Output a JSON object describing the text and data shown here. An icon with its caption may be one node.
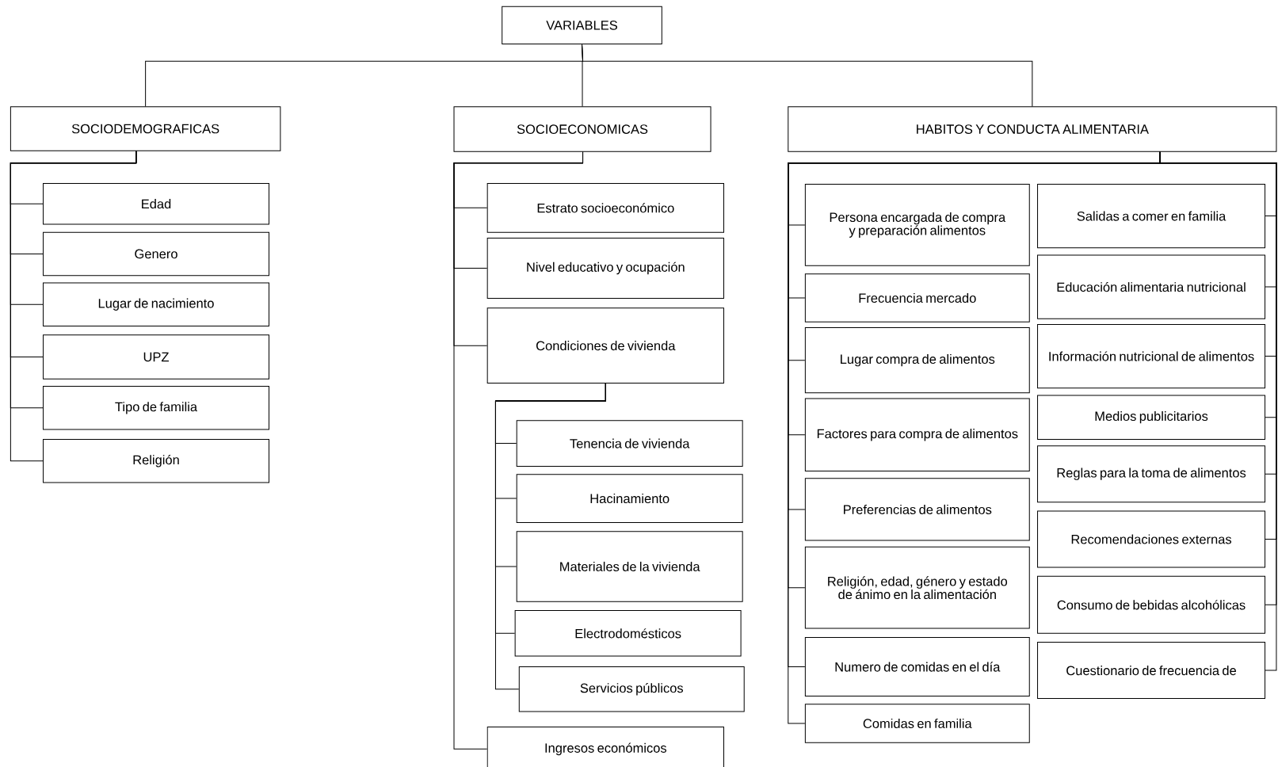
{
  "diagram": {
    "nodes": [
      {
        "text": [
          "VARIABLES"
        ]
      },
      {
        "text": [
          "SOCIODEMOGRAFICAS"
        ]
      },
      {
        "text": [
          "SOCIOECONOMICAS"
        ]
      },
      {
        "text": [
          "HABITOS Y CONDUCTA ALIMENTARIA"
        ]
      },
      {
        "text": [
          "Edad"
        ]
      },
      {
        "text": [
          "Genero"
        ]
      },
      {
        "text": [
          "Lugar de nacimiento"
        ]
      },
      {
        "text": [
          "UPZ"
        ]
      },
      {
        "text": [
          "Tipo de familia"
        ]
      },
      {
        "text": [
          "Religión"
        ]
      },
      {
        "text": [
          "Estrato socioeconómico"
        ]
      },
      {
        "text": [
          "Nivel educativo y ocupación"
        ]
      },
      {
        "text": [
          "Condiciones de vivienda"
        ]
      },
      {
        "text": [
          "Tenencia de vivienda"
        ]
      },
      {
        "text": [
          "Hacinamiento"
        ]
      },
      {
        "text": [
          "Materiales de la vivienda"
        ]
      },
      {
        "text": [
          "Electrodomésticos"
        ]
      },
      {
        "text": [
          "Servicios públicos"
        ]
      },
      {
        "text": [
          "Ingresos económicos"
        ]
      },
      {
        "text": [
          "Persona encargada de compra y preparación alimentos"
        ]
      },
      {
        "text": [
          "Frecuencia mercado"
        ]
      },
      {
        "text": [
          "Lugar compra de alimentos"
        ]
      },
      {
        "text": [
          "Factores para compra de alimentos"
        ]
      },
      {
        "text": [
          "Preferencias de alimentos"
        ]
      },
      {
        "text": [
          "Religión, edad, género y estado de ánimo en la alimentación"
        ]
      },
      {
        "text": [
          "Numero de comidas en el día"
        ]
      },
      {
        "text": [
          "Comidas en familia"
        ]
      },
      {
        "text": [
          "Salidas a comer en familia"
        ]
      },
      {
        "text": [
          "Educación alimentaria nutricional"
        ]
      },
      {
        "text": [
          "Información nutricional de alimentos"
        ]
      },
      {
        "text": [
          "Medios publicitarios"
        ]
      },
      {
        "text": [
          "Reglas para la toma de alimentos"
        ]
      },
      {
        "text": [
          "Recomendaciones externas"
        ]
      },
      {
        "text": [
          "Consumo de bebidas alcohólicas"
        ]
      },
      {
        "text": [
          "Cuestionario de frecuencia de"
        ]
      }
    ],
    "edges": [
      {
        "from": 0,
        "to": 1,
        "arrow": "none"
      },
      {
        "from": 0,
        "to": 2,
        "arrow": "none"
      },
      {
        "from": 0,
        "to": 3,
        "arrow": "none"
      },
      {
        "from": 1,
        "to": 4,
        "arrow": "none"
      },
      {
        "from": 1,
        "to": 5,
        "arrow": "none"
      },
      {
        "from": 1,
        "to": 6,
        "arrow": "none"
      },
      {
        "from": 1,
        "to": 7,
        "arrow": "none"
      },
      {
        "from": 1,
        "to": 8,
        "arrow": "none"
      },
      {
        "from": 1,
        "to": 9,
        "arrow": "none"
      },
      {
        "from": 2,
        "to": 10,
        "arrow": "none"
      },
      {
        "from": 2,
        "to": 11,
        "arrow": "none"
      },
      {
        "from": 2,
        "to": 12,
        "arrow": "none"
      },
      {
        "from": 2,
        "to": 18,
        "arrow": "none"
      },
      {
        "from": 12,
        "to": 13,
        "arrow": "none"
      },
      {
        "from": 12,
        "to": 14,
        "arrow": "none"
      },
      {
        "from": 12,
        "to": 15,
        "arrow": "none"
      },
      {
        "from": 12,
        "to": 16,
        "arrow": "none"
      },
      {
        "from": 12,
        "to": 17,
        "arrow": "none"
      },
      {
        "from": 3,
        "to": 19,
        "arrow": "none"
      },
      {
        "from": 3,
        "to": 20,
        "arrow": "none"
      },
      {
        "from": 3,
        "to": 21,
        "arrow": "none"
      },
      {
        "from": 3,
        "to": 22,
        "arrow": "none"
      },
      {
        "from": 3,
        "to": 23,
        "arrow": "none"
      },
      {
        "from": 3,
        "to": 24,
        "arrow": "none"
      },
      {
        "from": 3,
        "to": 25,
        "arrow": "none"
      },
      {
        "from": 3,
        "to": 26,
        "arrow": "none"
      },
      {
        "from": 3,
        "to": 27,
        "arrow": "none"
      },
      {
        "from": 3,
        "to": 28,
        "arrow": "none"
      },
      {
        "from": 3,
        "to": 29,
        "arrow": "none"
      },
      {
        "from": 3,
        "to": 30,
        "arrow": "none"
      },
      {
        "from": 3,
        "to": 31,
        "arrow": "none"
      },
      {
        "from": 3,
        "to": 32,
        "arrow": "none"
      },
      {
        "from": 3,
        "to": 33,
        "arrow": "none"
      },
      {
        "from": 3,
        "to": 34,
        "arrow": "none"
      }
    ]
  }
}
